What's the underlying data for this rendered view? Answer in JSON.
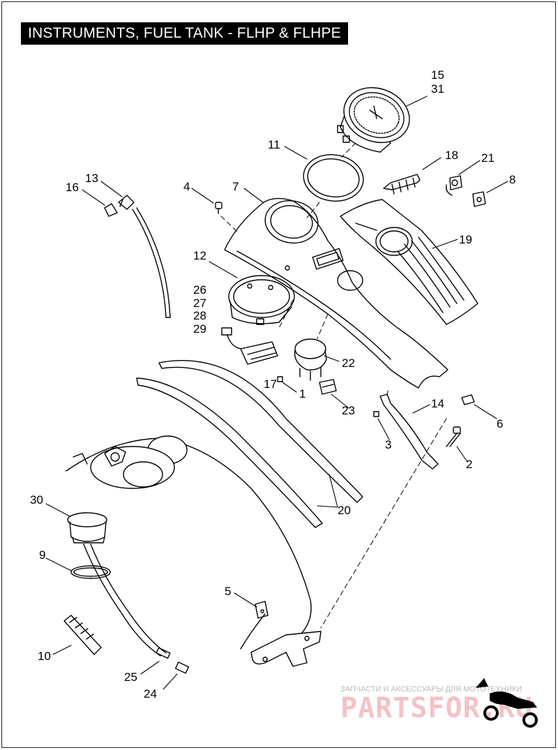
{
  "title": "INSTRUMENTS, FUEL TANK - FLHP & FLHPE",
  "callouts": [
    {
      "id": "c15",
      "label": "15"
    },
    {
      "id": "c31",
      "label": "31"
    },
    {
      "id": "c11",
      "label": "11"
    },
    {
      "id": "c18",
      "label": "18"
    },
    {
      "id": "c21",
      "label": "21"
    },
    {
      "id": "c8",
      "label": "8"
    },
    {
      "id": "c13",
      "label": "13"
    },
    {
      "id": "c16",
      "label": "16"
    },
    {
      "id": "c4",
      "label": "4"
    },
    {
      "id": "c7",
      "label": "7"
    },
    {
      "id": "c19",
      "label": "19"
    },
    {
      "id": "c12",
      "label": "12"
    },
    {
      "id": "c26",
      "label": "26"
    },
    {
      "id": "c27",
      "label": "27"
    },
    {
      "id": "c28",
      "label": "28"
    },
    {
      "id": "c29",
      "label": "29"
    },
    {
      "id": "c22",
      "label": "22"
    },
    {
      "id": "c17",
      "label": "17"
    },
    {
      "id": "c1",
      "label": "1"
    },
    {
      "id": "c23",
      "label": "23"
    },
    {
      "id": "c14",
      "label": "14"
    },
    {
      "id": "c6",
      "label": "6"
    },
    {
      "id": "c3",
      "label": "3"
    },
    {
      "id": "c2",
      "label": "2"
    },
    {
      "id": "c20",
      "label": "20"
    },
    {
      "id": "c30",
      "label": "30"
    },
    {
      "id": "c9",
      "label": "9"
    },
    {
      "id": "c5",
      "label": "5"
    },
    {
      "id": "c10",
      "label": "10"
    },
    {
      "id": "c25",
      "label": "25"
    },
    {
      "id": "c24",
      "label": "24"
    }
  ],
  "watermark": {
    "subtitle": "ЗАПЧАСТИ И АКСЕССУАРЫ ДЛЯ МОТОТЕХНИКИ",
    "brand": "PARTSFOR.RU"
  },
  "colors": {
    "line": "#000000",
    "title_bg": "#000000",
    "title_fg": "#ffffff",
    "watermark_brand": "#f2b8bd",
    "watermark_text": "#b9b9b9"
  }
}
